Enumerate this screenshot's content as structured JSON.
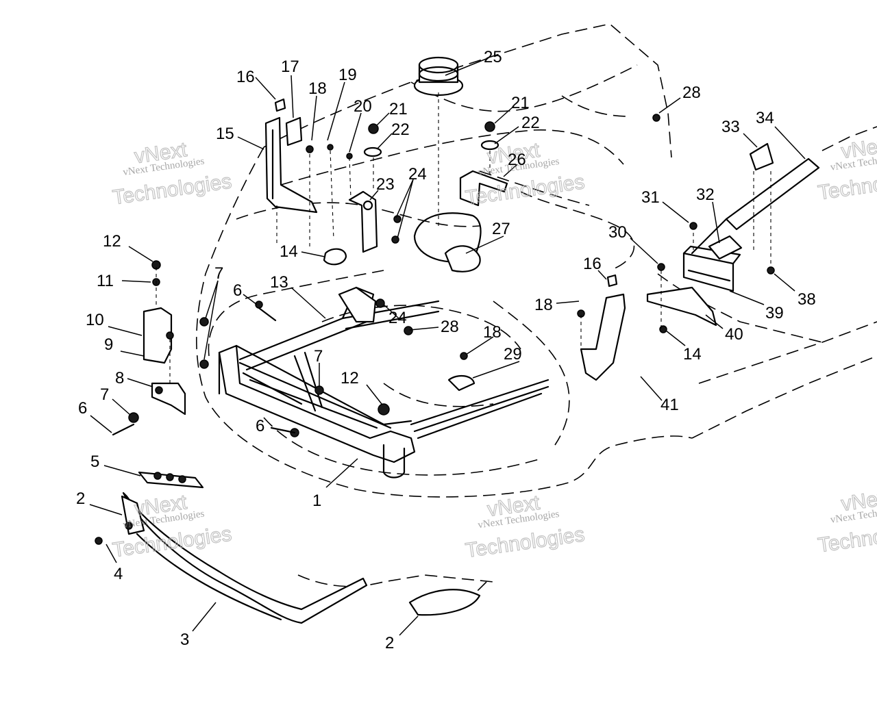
{
  "watermark": {
    "line1": "vNext Technologies",
    "line2": "vNext",
    "line3": "Technologies"
  },
  "callouts": [
    {
      "id": "c25",
      "text": "25"
    },
    {
      "id": "c28a",
      "text": "28"
    },
    {
      "id": "c16a",
      "text": "16"
    },
    {
      "id": "c17",
      "text": "17"
    },
    {
      "id": "c18a",
      "text": "18"
    },
    {
      "id": "c19",
      "text": "19"
    },
    {
      "id": "c20",
      "text": "20"
    },
    {
      "id": "c21a",
      "text": "21"
    },
    {
      "id": "c22a",
      "text": "22"
    },
    {
      "id": "c21b",
      "text": "21"
    },
    {
      "id": "c22b",
      "text": "22"
    },
    {
      "id": "c15",
      "text": "15"
    },
    {
      "id": "c33",
      "text": "33"
    },
    {
      "id": "c34",
      "text": "34"
    },
    {
      "id": "c26",
      "text": "26"
    },
    {
      "id": "c23",
      "text": "23"
    },
    {
      "id": "c24a",
      "text": "24"
    },
    {
      "id": "c31",
      "text": "31"
    },
    {
      "id": "c32",
      "text": "32"
    },
    {
      "id": "c12a",
      "text": "12"
    },
    {
      "id": "c14a",
      "text": "14"
    },
    {
      "id": "c27",
      "text": "27"
    },
    {
      "id": "c30",
      "text": "30"
    },
    {
      "id": "c11",
      "text": "11"
    },
    {
      "id": "c7a",
      "text": "7"
    },
    {
      "id": "c13",
      "text": "13"
    },
    {
      "id": "c6a",
      "text": "6"
    },
    {
      "id": "c16b",
      "text": "16"
    },
    {
      "id": "c18b",
      "text": "18"
    },
    {
      "id": "c38",
      "text": "38"
    },
    {
      "id": "c39",
      "text": "39"
    },
    {
      "id": "c10",
      "text": "10"
    },
    {
      "id": "c24b",
      "text": "24"
    },
    {
      "id": "c28b",
      "text": "28"
    },
    {
      "id": "c40",
      "text": "40"
    },
    {
      "id": "c9",
      "text": "9"
    },
    {
      "id": "c18c",
      "text": "18"
    },
    {
      "id": "c14b",
      "text": "14"
    },
    {
      "id": "c29",
      "text": "29"
    },
    {
      "id": "c7b",
      "text": "7"
    },
    {
      "id": "c8",
      "text": "8"
    },
    {
      "id": "c12b",
      "text": "12"
    },
    {
      "id": "c7c",
      "text": "7"
    },
    {
      "id": "c41",
      "text": "41"
    },
    {
      "id": "c6b",
      "text": "6"
    },
    {
      "id": "c6c",
      "text": "6"
    },
    {
      "id": "c5",
      "text": "5"
    },
    {
      "id": "c1",
      "text": "1"
    },
    {
      "id": "c2a",
      "text": "2"
    },
    {
      "id": "c4",
      "text": "4"
    },
    {
      "id": "c3",
      "text": "3"
    },
    {
      "id": "c2b",
      "text": "2"
    }
  ]
}
